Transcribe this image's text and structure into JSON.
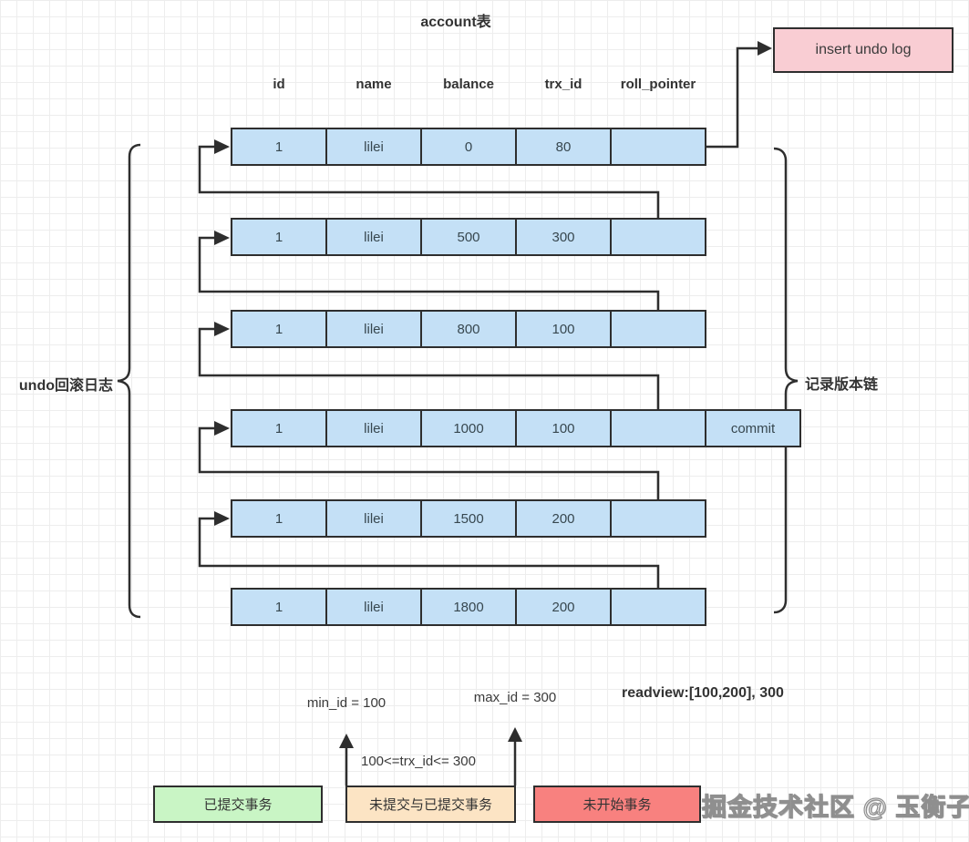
{
  "title": "account表",
  "columns": [
    "id",
    "name",
    "balance",
    "trx_id",
    "roll_pointer"
  ],
  "rows": [
    {
      "id": "1",
      "name": "lilei",
      "balance": "0",
      "trx_id": "80",
      "roll_pointer": ""
    },
    {
      "id": "1",
      "name": "lilei",
      "balance": "500",
      "trx_id": "300",
      "roll_pointer": ""
    },
    {
      "id": "1",
      "name": "lilei",
      "balance": "800",
      "trx_id": "100",
      "roll_pointer": ""
    },
    {
      "id": "1",
      "name": "lilei",
      "balance": "1000",
      "trx_id": "100",
      "roll_pointer": "",
      "commit_label": "commit"
    },
    {
      "id": "1",
      "name": "lilei",
      "balance": "1500",
      "trx_id": "200",
      "roll_pointer": ""
    },
    {
      "id": "1",
      "name": "lilei",
      "balance": "1800",
      "trx_id": "200",
      "roll_pointer": ""
    }
  ],
  "labels": {
    "insert_undo_log": "insert undo log",
    "undo_log_brace": "undo回滚日志",
    "version_chain_brace": "记录版本链",
    "min_id": "min_id = 100",
    "max_id": "max_id = 300",
    "readview": "readview:[100,200], 300",
    "trx_range": "100<=trx_id<= 300"
  },
  "legend": [
    {
      "label": "已提交事务",
      "color": "#c9f5c5"
    },
    {
      "label": "未提交与已提交事务",
      "color": "#fce4c4"
    },
    {
      "label": "未开始事务",
      "color": "#f8817f"
    }
  ],
  "watermark": "掘金技术社区 @ 玉衡子",
  "colors": {
    "record_fill": "#c4e0f6",
    "insert_box_fill": "#f9cdd3",
    "line": "#2e2e2e",
    "grid": "#ededed"
  }
}
